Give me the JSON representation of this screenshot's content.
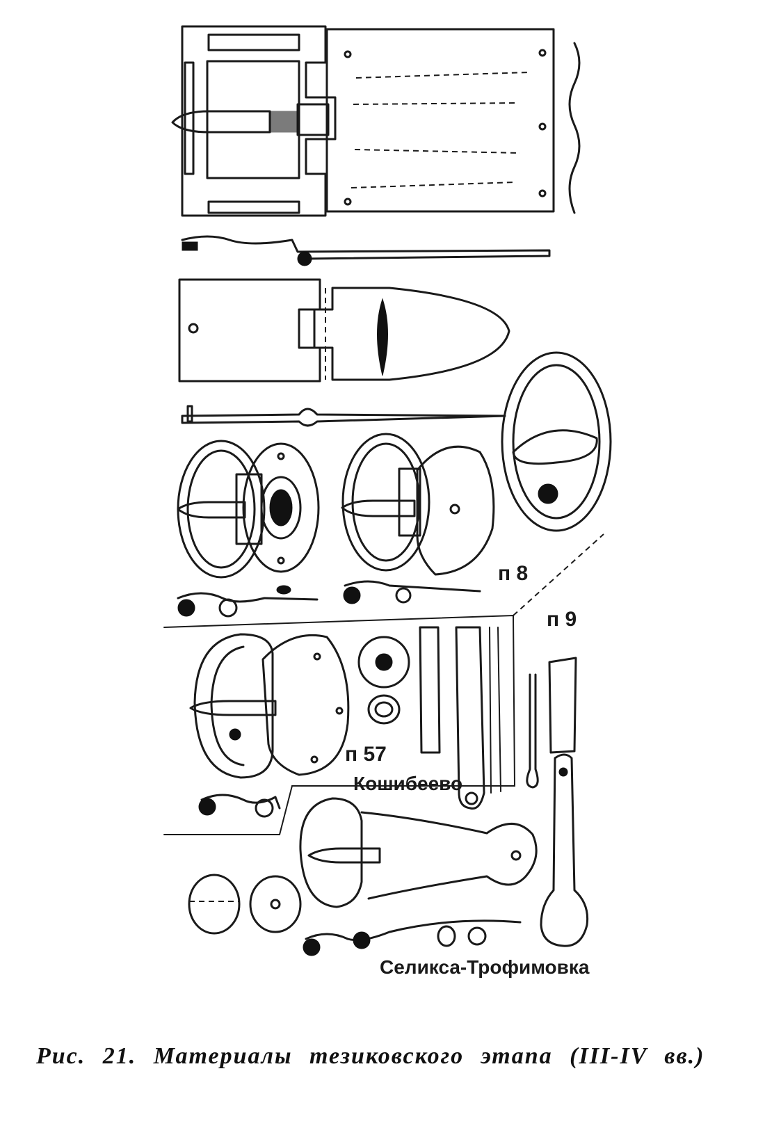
{
  "labels": {
    "p8": "п 8",
    "p9": "п 9",
    "p57": "п 57",
    "site_koshibeevo": "Кошибеево",
    "site_seliksa": "Селикса-Трофимовка"
  },
  "caption": "Рис. 21. Материалы тезиковского этапа (III-IV вв.)",
  "colors": {
    "ink": "#1a1a1a",
    "paper": "#ffffff"
  }
}
